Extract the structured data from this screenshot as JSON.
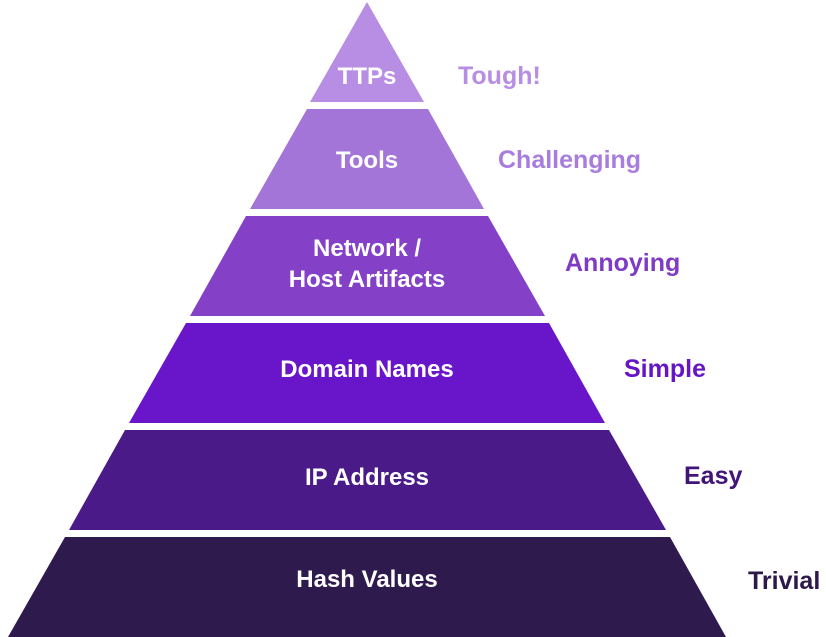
{
  "diagram": {
    "background": "#ffffff",
    "divider_color": "#ffffff",
    "levels": [
      {
        "name": "ttps",
        "label": "TTPs",
        "difficulty": "Tough!",
        "color": "#b78ee3",
        "difficulty_color": "#b78ee3",
        "label_color": "#ffffff"
      },
      {
        "name": "tools",
        "label": "Tools",
        "difficulty": "Challenging",
        "color": "#a475d8",
        "difficulty_color": "#a97dde",
        "label_color": "#ffffff"
      },
      {
        "name": "network-host-artifacts",
        "label_line1": "Network /",
        "label_line2": "Host Artifacts",
        "difficulty": "Annoying",
        "color": "#8441c8",
        "difficulty_color": "#7f3bc3",
        "label_color": "#ffffff"
      },
      {
        "name": "domain-names",
        "label": "Domain Names",
        "difficulty": "Simple",
        "color": "#6915c9",
        "difficulty_color": "#6515c4",
        "label_color": "#ffffff"
      },
      {
        "name": "ip-address",
        "label": "IP Address",
        "difficulty": "Easy",
        "color": "#4a1a88",
        "difficulty_color": "#421478",
        "label_color": "#ffffff"
      },
      {
        "name": "hash-values",
        "label": "Hash Values",
        "difficulty": "Trivial",
        "color": "#2f1a4e",
        "difficulty_color": "#2c1849",
        "label_color": "#ffffff"
      }
    ]
  }
}
